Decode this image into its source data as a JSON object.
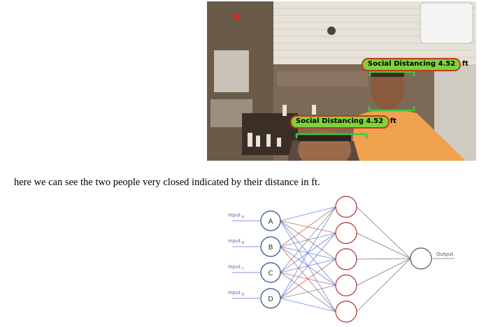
{
  "photo": {
    "detections": [
      {
        "label": "Social Distancing",
        "value": "4.52",
        "unit": "ft"
      },
      {
        "label": "Social Distancing",
        "value": "4.52",
        "unit": "ft"
      }
    ]
  },
  "caption": "here we can see the two people very closed indicated by their distance in ft.",
  "network": {
    "inputs": [
      {
        "label": "Input",
        "sub": "A",
        "node": "A"
      },
      {
        "label": "Input",
        "sub": "B",
        "node": "B"
      },
      {
        "label": "Input",
        "sub": "C",
        "node": "C"
      },
      {
        "label": "Input",
        "sub": "D",
        "node": "D"
      }
    ],
    "hidden_count": 5,
    "output_label": "Output",
    "colors": {
      "input_node": "#2f4b7c",
      "hidden_node": "#b03030",
      "output_node": "#555555",
      "edge_blue": "#5b6fd6",
      "edge_red": "#c05050",
      "edge_gray": "#777777"
    }
  }
}
